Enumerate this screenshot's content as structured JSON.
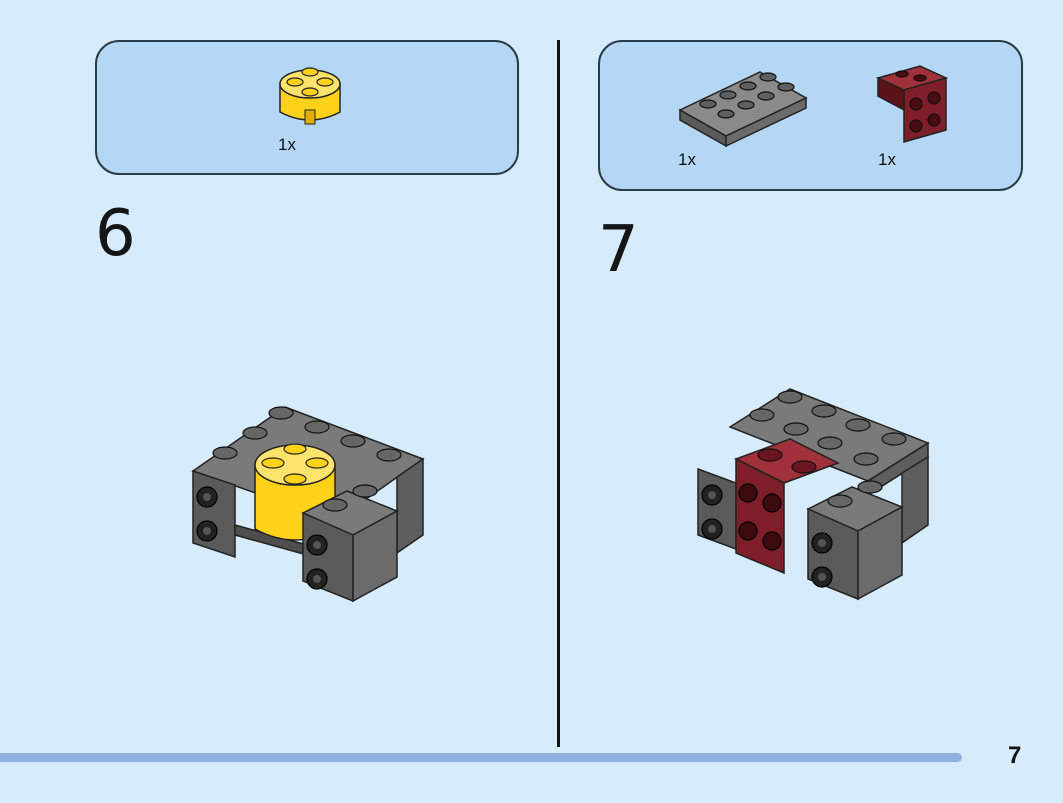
{
  "steps": [
    {
      "number": "6",
      "parts": [
        {
          "qty": "1x",
          "part": "yellow-round-brick-2x2"
        }
      ]
    },
    {
      "number": "7",
      "parts": [
        {
          "qty": "1x",
          "part": "dark-gray-plate-2x4"
        },
        {
          "qty": "1x",
          "part": "dark-red-bracket-2x2"
        }
      ]
    }
  ],
  "page_number": "7",
  "colors": {
    "background": "#d6ecfc",
    "parts_box": "#b4d7f6",
    "progress_bar": "#8fb0e0",
    "dark_gray": "#6b6b6b",
    "yellow": "#ffd21a",
    "dark_red": "#7e1e28"
  }
}
